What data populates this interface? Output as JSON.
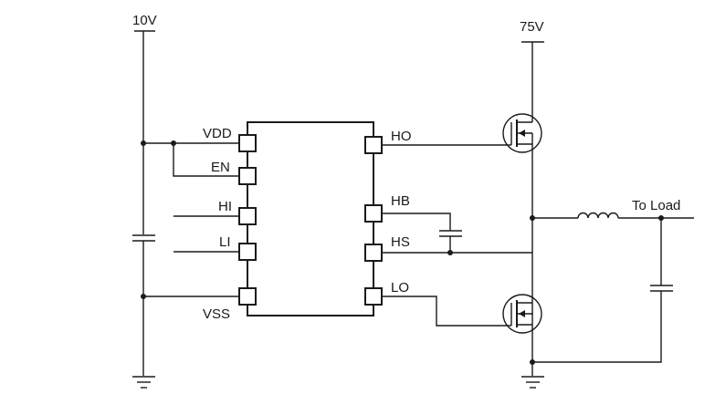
{
  "supplies": {
    "logic": "10V",
    "bus": "75V"
  },
  "pins": {
    "vdd": "VDD",
    "en": "EN",
    "hi": "HI",
    "li": "LI",
    "vss": "VSS",
    "ho": "HO",
    "hb": "HB",
    "hs": "HS",
    "lo": "LO"
  },
  "output": {
    "label": "To Load"
  },
  "colors": {
    "line": "#1a1a1a",
    "background": "#ffffff"
  }
}
